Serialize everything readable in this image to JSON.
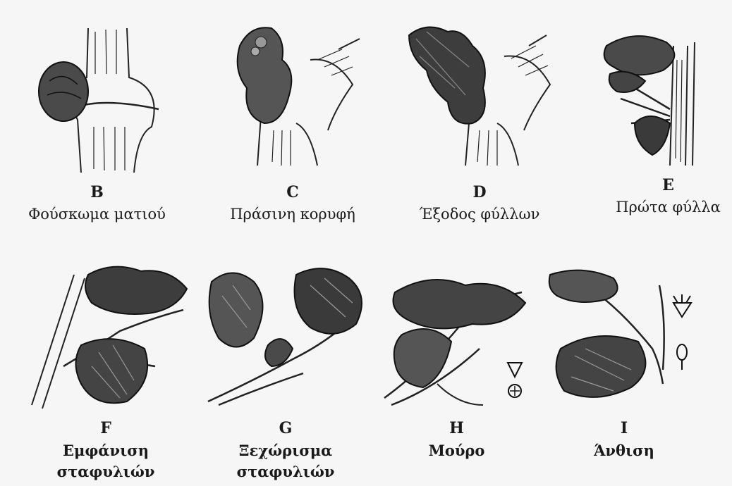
{
  "stages": [
    {
      "code": "B",
      "name": "Φούσκωμα ματιού"
    },
    {
      "code": "C",
      "name": "Πράσινη κορυφή"
    },
    {
      "code": "D",
      "name": "Έξοδος φύλλων"
    },
    {
      "code": "E",
      "name": "Πρώτα φύλλα"
    },
    {
      "code": "F",
      "name_line1": "Εμφάνιση",
      "name_line2": "σταφυλιών"
    },
    {
      "code": "G",
      "name_line1": "Ξεχώρισμα",
      "name_line2": "σταφυλιών"
    },
    {
      "code": "H",
      "name": "Μούρο"
    },
    {
      "code": "I",
      "name": "Άνθιση"
    }
  ]
}
